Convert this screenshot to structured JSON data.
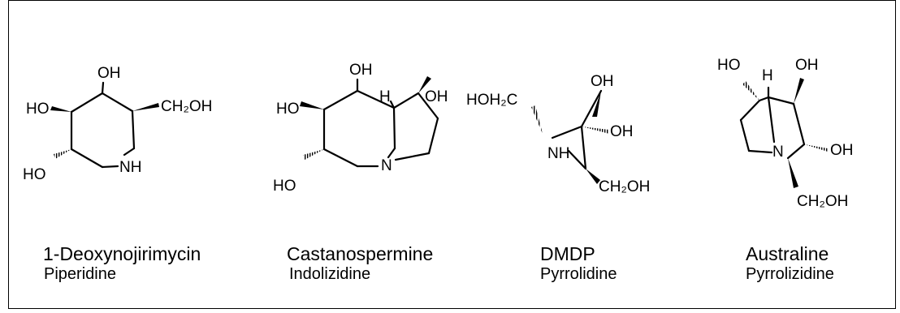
{
  "compounds": [
    {
      "name": "1-Deoxynojirimycin",
      "class": "Piperidine",
      "atoms": {
        "oh_top": "OH",
        "ho_left": "HO",
        "ch2oh": "CH₂OH",
        "nh": "NH",
        "ho_bottom": "HO"
      }
    },
    {
      "name": "Castanospermine",
      "class": "Indolizidine",
      "atoms": {
        "oh_top": "OH",
        "h": "H",
        "oh_right": "OH",
        "ho_left": "HO",
        "n": "N",
        "ho_bottom": "HO"
      }
    },
    {
      "name": "DMDP",
      "class": "Pyrrolidine",
      "atoms": {
        "hoh2c": "HOH₂C",
        "oh_top": "OH",
        "oh_right": "OH",
        "nh": "NH",
        "ch2oh": "CH₂OH"
      }
    },
    {
      "name": "Australine",
      "class": "Pyrrolizidine",
      "atoms": {
        "ho_top": "HO",
        "h": "H",
        "oh_top": "OH",
        "oh_right": "OH",
        "n": "N",
        "ch2oh": "CH₂OH"
      }
    }
  ]
}
